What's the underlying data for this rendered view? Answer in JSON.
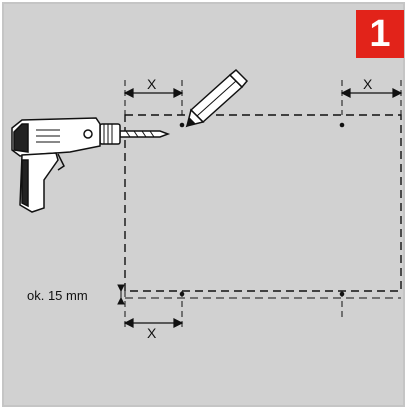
{
  "step": {
    "number": "1"
  },
  "labels": {
    "x_top_left": "X",
    "x_top_right": "X",
    "x_bottom": "X",
    "offset": "ok. 15 mm"
  },
  "icons": [
    "drill-icon",
    "pencil-icon"
  ],
  "colors": {
    "panel": "#d1d1d1",
    "badge": "#e2231a",
    "line": "#111111"
  }
}
